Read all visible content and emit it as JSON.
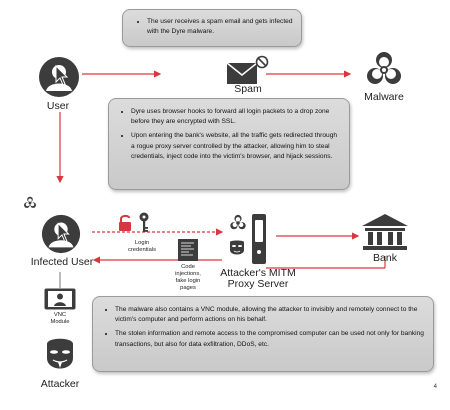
{
  "top_box": {
    "text": "The user receives a spam email and gets infected with the Dyre malware."
  },
  "middle_box": {
    "bullets": [
      "Dyre uses browser hooks to forward all login packets to a drop zone before they are encrypted with SSL.",
      "Upon entering the bank's website, all the traffic gets redirected through a rogue proxy server controlled by the attacker, allowing him to steal credentials, inject code into the victim's browser, and hijack sessions."
    ]
  },
  "bottom_box": {
    "bullets": [
      "The malware also contains a VNC module, allowing the attacker to invisibly and remotely connect to the victim's computer and perform actions on his behalf.",
      "The stolen information and remote access to the compromised computer can be used not only for banking transactions, but also for data exfiltration, DDoS, etc."
    ]
  },
  "labels": {
    "user": "User",
    "spam": "Spam",
    "malware": "Malware",
    "infected_user": "Infected User",
    "bank": "Bank",
    "proxy_line1": "Attacker's MITM",
    "proxy_line2": "Proxy Server",
    "login_line1": "Login",
    "login_line2": "credentials",
    "code_line1": "Code",
    "code_line2": "injections,",
    "code_line3": "fake login",
    "code_line4": "pages",
    "vnc_line1": "VNC",
    "vnc_line2": "Module",
    "attacker": "Attacker"
  },
  "page_number": "4",
  "colors": {
    "arrow_red": "#d9373f",
    "icon_dark": "#3c3c3c",
    "box_fill": "#d3d3d3"
  },
  "icons": [
    "user-icon",
    "envelope-icon",
    "no-entry-icon",
    "biohazard-icon",
    "infected-user-icon",
    "padlock-icon",
    "key-icon",
    "code-page-icon",
    "proxy-server-icon",
    "bank-icon",
    "vnc-module-icon",
    "attacker-mask-icon"
  ]
}
